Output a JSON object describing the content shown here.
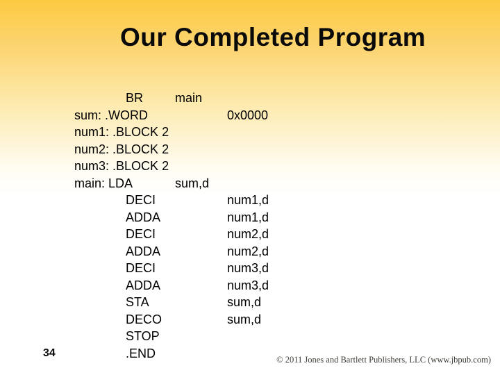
{
  "title": "Our Completed Program",
  "page_number": "34",
  "copyright": "© 2011 Jones and Bartlett Publishers, LLC (www.jbpub.com)",
  "colors": {
    "gradient_top": "#fdca41",
    "gradient_bottom": "#ffffff",
    "title_text": "#0a0a0a",
    "code_text": "#000000",
    "copyright_text": "#3f3b35"
  },
  "code": {
    "language": "pep8-assembly",
    "lines": [
      {
        "mnemonic": "BR",
        "operand": "main"
      },
      {
        "label": "sum:",
        "mnemonic": ".WORD",
        "operand": "0x0000"
      },
      {
        "label": "num1:",
        "mnemonic": ".BLOCK",
        "operand": "2"
      },
      {
        "label": "num2:",
        "mnemonic": ".BLOCK",
        "operand": "2"
      },
      {
        "label": "num3:",
        "mnemonic": ".BLOCK",
        "operand": "2"
      },
      {
        "label": "main:",
        "mnemonic": "LDA",
        "operand": "sum,d"
      },
      {
        "mnemonic": "DECI",
        "operand": "num1,d"
      },
      {
        "mnemonic": "ADDA",
        "operand": "num1,d"
      },
      {
        "mnemonic": "DECI",
        "operand": "num2,d"
      },
      {
        "mnemonic": "ADDA",
        "operand": "num2,d"
      },
      {
        "mnemonic": "DECI",
        "operand": "num3,d"
      },
      {
        "mnemonic": "ADDA",
        "operand": "num3,d"
      },
      {
        "mnemonic": "STA",
        "operand": "sum,d"
      },
      {
        "mnemonic": "DECO",
        "operand": "sum,d"
      },
      {
        "mnemonic": "STOP"
      },
      {
        "mnemonic": ".END"
      }
    ]
  }
}
